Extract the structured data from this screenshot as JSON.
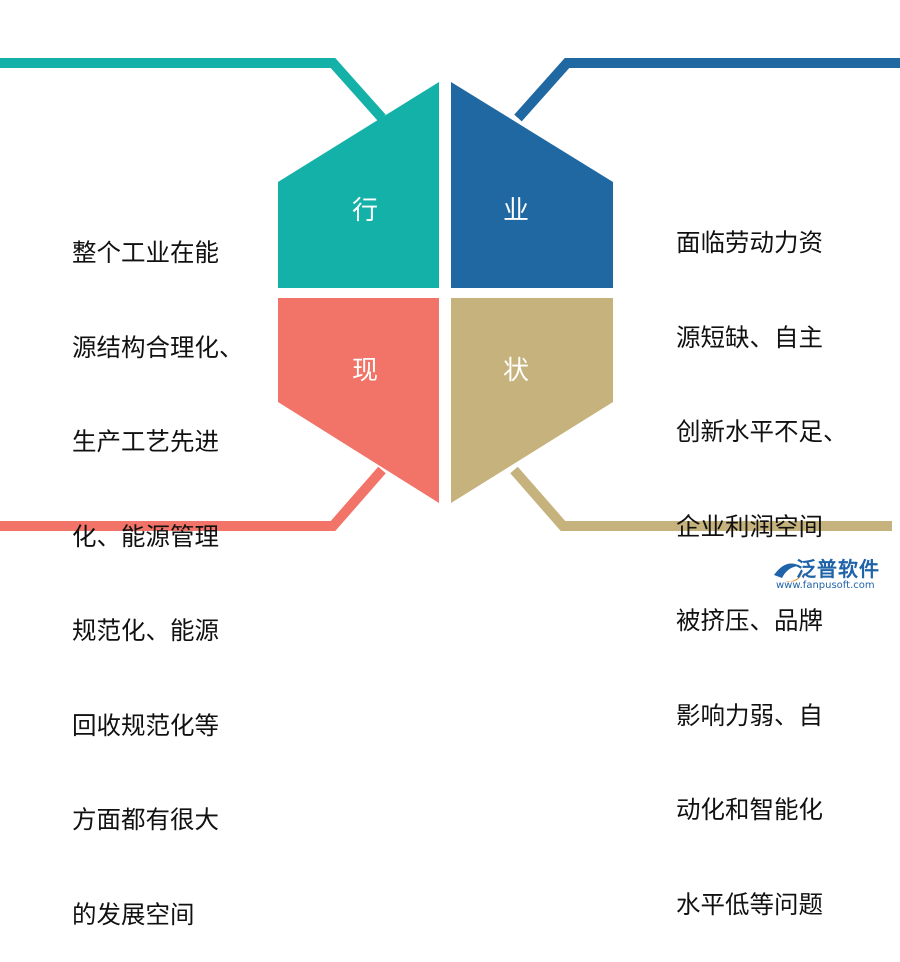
{
  "diagram": {
    "quadrants": [
      {
        "id": "tl",
        "label": "行",
        "color": "#14b1a8"
      },
      {
        "id": "tr",
        "label": "业",
        "color": "#1f68a1"
      },
      {
        "id": "bl",
        "label": "现",
        "color": "#f27367"
      },
      {
        "id": "br",
        "label": "状",
        "color": "#c5b27c"
      }
    ],
    "left_text": [
      "整个工业在能",
      "源结构合理化、",
      "生产工艺先进",
      "化、能源管理",
      "规范化、能源",
      "回收规范化等",
      "方面都有很大",
      "的发展空间"
    ],
    "right_text": [
      "面临劳动力资",
      "源短缺、自主",
      "创新水平不足、",
      "企业利润空间",
      "被挤压、品牌",
      "影响力弱、自",
      "动化和智能化",
      "水平低等问题"
    ]
  },
  "logo": {
    "name": "泛普软件",
    "url": "www.fanpusoft.com",
    "colors": {
      "primary": "#1f63a8",
      "accent": "#f08a24"
    }
  }
}
